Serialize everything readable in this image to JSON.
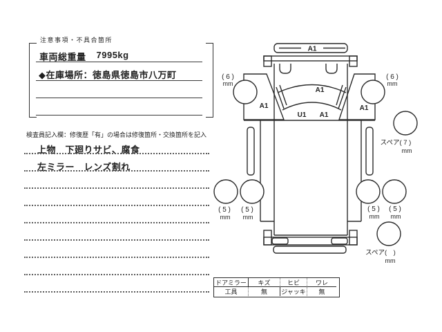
{
  "colors": {
    "ink": "#1f1f1f",
    "background": "#ffffff"
  },
  "notes_section": {
    "header": "注意事項・不具合箇所",
    "gross_weight_label": "車両総重量",
    "gross_weight_value": "7995kg",
    "location_line": "◆在庫場所：徳島県徳島市八万町"
  },
  "inspector_section": {
    "header": "検査員記入欄：修復歴「有」の場合は修復箇所・交換箇所を記入",
    "entries": [
      "上物　下廻りサビ、腐食",
      "左ミラー　レンズ割れ"
    ]
  },
  "equipment_table": {
    "rows": [
      [
        "ドアミラー",
        "キズ",
        "ヒビ",
        "ワレ"
      ],
      [
        "工具",
        "無",
        "ジャッキ",
        "無"
      ]
    ]
  },
  "diagram": {
    "panel_labels": {
      "front_bumper": "A1",
      "windshield": "A1",
      "roof_left": "U1",
      "roof_right": "A1",
      "fender_left": "A1",
      "fender_right": "A1"
    },
    "tires": {
      "front_left": {
        "display": "( 6 )",
        "value": "6",
        "unit": "mm"
      },
      "front_right": {
        "display": "( 6 )",
        "value": "6",
        "unit": "mm"
      },
      "spare_top": {
        "display": "スペア( 7 )",
        "value": "7",
        "unit": "mm"
      },
      "rear_left_outer": {
        "display": "( 5 )",
        "value": "5",
        "unit": "mm"
      },
      "rear_left_inner": {
        "display": "( 5 )",
        "value": "5",
        "unit": "mm"
      },
      "rear_right_inner": {
        "display": "( 5 )",
        "value": "5",
        "unit": "mm"
      },
      "rear_right_outer": {
        "display": "( 5 )",
        "value": "5",
        "unit": "mm"
      },
      "spare_bottom": {
        "display": "スペア(　)",
        "value": "",
        "unit": "mm"
      }
    }
  }
}
